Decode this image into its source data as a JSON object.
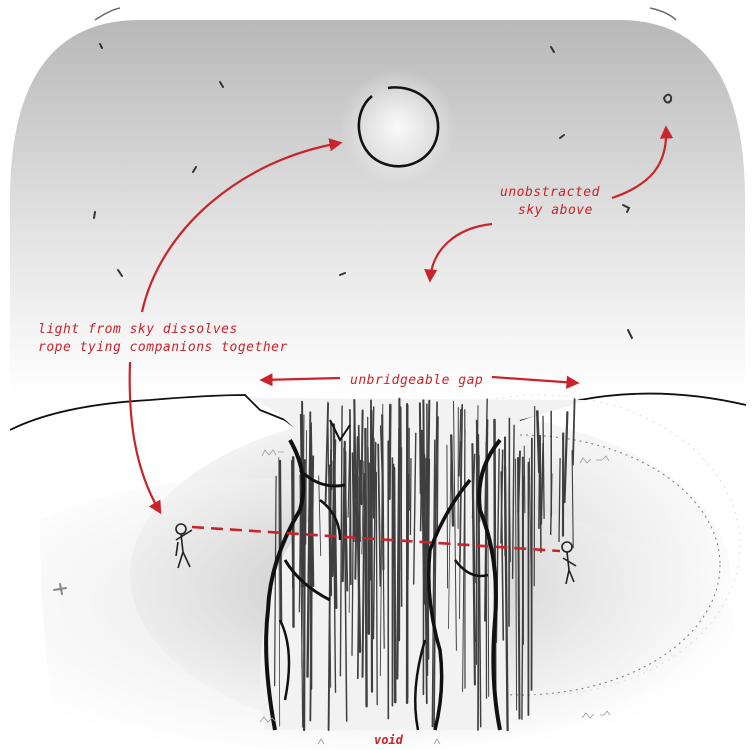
{
  "labels": {
    "sky": [
      "unobstracted",
      "sky above"
    ],
    "light": [
      "light from sky dissolves",
      "rope tying companions together"
    ],
    "gap": "unbridgeable gap",
    "void": "void"
  },
  "colors": {
    "annotation": "#c8242a",
    "ink": "#111111",
    "sky_top": "#b8b8b8",
    "sky_bottom": "#ffffff"
  },
  "icons": [
    "moon-circle",
    "bird-marks",
    "figure-left",
    "figure-right"
  ]
}
